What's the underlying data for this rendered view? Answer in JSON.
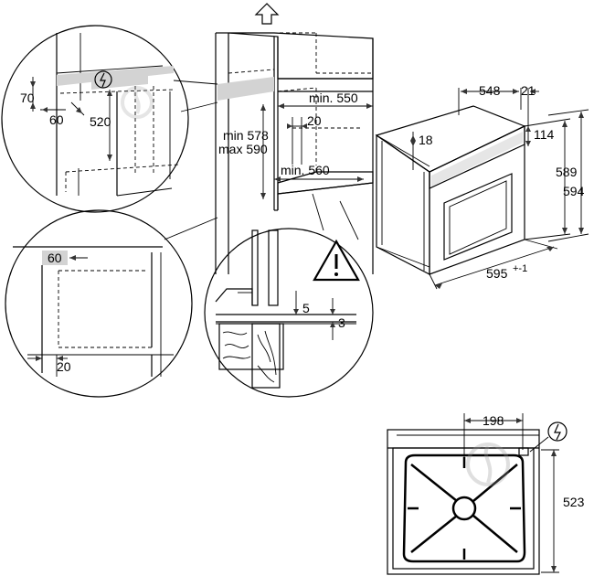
{
  "dims": {
    "d548": "548",
    "d21": "21",
    "d114": "114",
    "d18": "18",
    "d589": "589",
    "d594": "594",
    "d595": "595",
    "d595_tol": "+-1",
    "min550": "min. 550",
    "d20_top": "20",
    "min578": "min 578",
    "max590": "max 590",
    "min560": "min. 560",
    "d70": "70",
    "d60_top": "60",
    "d520": "520",
    "d60_left": "60",
    "d20_left": "20",
    "d5": "5",
    "d3": "3",
    "d198": "198",
    "d523": "523"
  },
  "icons": [
    "up-arrow-icon",
    "electric-symbol-icon",
    "warning-triangle-icon",
    "gas-flame-watermark-icon",
    "hob-grate-icon"
  ]
}
